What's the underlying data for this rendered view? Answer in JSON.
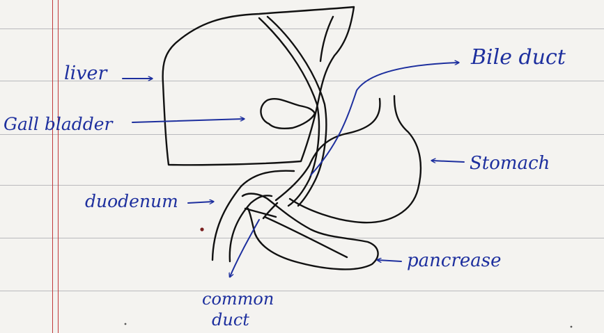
{
  "diagram": {
    "ink_color": "#1d2f9e",
    "outline_color": "#111111",
    "paper_color": "#f4f3f0",
    "rule_color": "#b9b9bd",
    "margin_color": "#c0393b",
    "labels": {
      "liver": "liver",
      "gall_bladder": "Gall bladder",
      "bile_duct": "Bile duct",
      "stomach": "Stomach",
      "duodenum": "duodenum",
      "pancreas": "pancrease",
      "common_duct_line1": "common",
      "common_duct_line2": "duct"
    }
  }
}
